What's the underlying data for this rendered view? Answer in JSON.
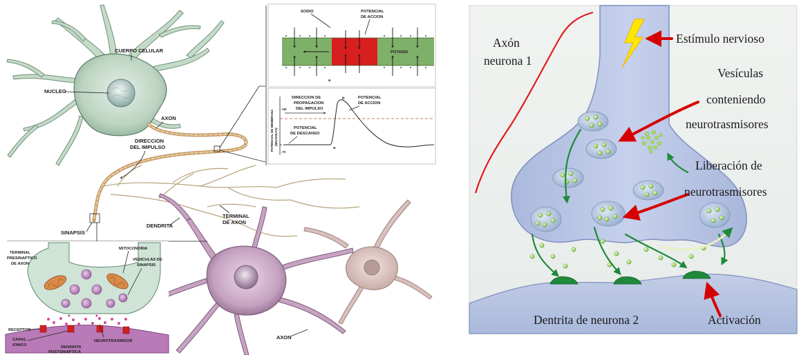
{
  "left_panel": {
    "labels": {
      "cuerpo_celular": "CUERPO CELULAR",
      "nucleo": "NUCLEO",
      "axon_main": "AXON",
      "direccion_impulso_1": "DIRECCION",
      "direccion_impulso_2": "DEL IMPULSO",
      "sinapsis": "SINAPSIS",
      "dendrita": "DENDRITA",
      "terminal_axon_1": "TERMINAL",
      "terminal_axon_2": "DE AXON",
      "axon_bottom": "AXON"
    },
    "inset_membrane": {
      "sodio": "SODIO",
      "potencial_accion_1": "POTENCIAL",
      "potencial_accion_2": "DE ACCION",
      "potasio": "POTASIO",
      "marker_a": "a"
    },
    "inset_graph": {
      "ylabel_1": "POTENCIAL DE MEMBRANA",
      "ylabel_2": "(MILIVOLTS)",
      "direccion_1": "DIRECCION DE",
      "direccion_2": "PROPAGACION",
      "direccion_3": "DEL IMPULSO",
      "marker_b": "b",
      "potencial_accion_1": "POTENCIAL",
      "potencial_accion_2": "DE ACCION",
      "potencial_descanso_1": "POTENCIAL",
      "potencial_descanso_2": "DE DESCANSO",
      "tick_plus40": "+40",
      "tick_minus70": "-70",
      "marker_a": "a"
    },
    "inset_synapse": {
      "terminal_1": "TERMINAL",
      "terminal_2": "PRESINAPTICO",
      "terminal_3": "DE AXON",
      "mitocondria": "MITOCONDRIA",
      "vesiculas_1": "VESICULAS DE",
      "vesiculas_2": "SINAPSIS",
      "receptor": "RECEPTOR",
      "canal_1": "CANAL",
      "canal_2": "IONICO",
      "neurotrasmisor": "NEUROTRASMISOR",
      "dendrita_1": "DENDRITA",
      "dendrita_2": "POSTSINAPTICA"
    }
  },
  "right_panel": {
    "axon_1": "Axón",
    "axon_2": "neurona 1",
    "estimulo": "Estímulo nervioso",
    "vesiculas_1": "Vesículas",
    "vesiculas_2": "conteniendo",
    "vesiculas_3": "neurotrasmisores",
    "liberacion_1": "Liberación de",
    "liberacion_2": "neurotrasmisores",
    "dentrita": "Dentrita de neurona 2",
    "activacion": "Activación"
  },
  "colors": {
    "neuron_green": "#cfe3d2",
    "neuron_outline": "#5a7a66",
    "neuron_purple": "#c9a6c4",
    "potasio_band": "#7fb069",
    "sodio_zone": "#d81e1e",
    "right_bg": "#eef1ee",
    "right_axon": "#bcc8e6",
    "vesicle": "#b3c6e2",
    "green_dot": "#a6d96a",
    "arrow_red": "#d60000",
    "arrow_green": "#1f8a3a"
  }
}
